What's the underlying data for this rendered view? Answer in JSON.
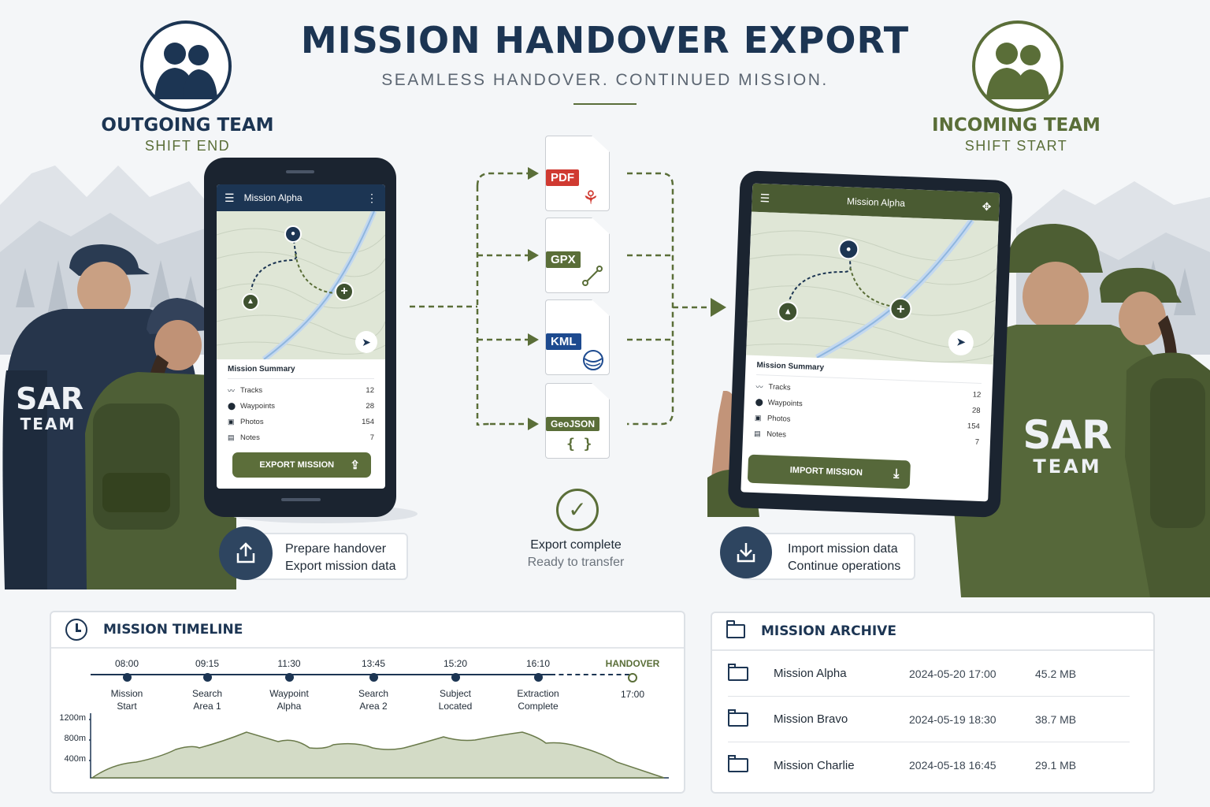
{
  "header": {
    "title": "MISSION HANDOVER EXPORT",
    "subtitle": "SEAMLESS HANDOVER. CONTINUED MISSION."
  },
  "outgoing": {
    "name": "OUTGOING TEAM",
    "sub": "SHIFT END",
    "badge_line1": "SAR",
    "badge_line2": "TEAM"
  },
  "incoming": {
    "name": "INCOMING TEAM",
    "sub": "SHIFT START",
    "badge_line1": "SAR",
    "badge_line2": "TEAM"
  },
  "phone": {
    "app_title": "Mission Alpha",
    "summary_title": "Mission Summary",
    "rows": [
      {
        "label": "Tracks",
        "value": "12"
      },
      {
        "label": "Waypoints",
        "value": "28"
      },
      {
        "label": "Photos",
        "value": "154"
      },
      {
        "label": "Notes",
        "value": "7"
      }
    ],
    "button_label": "EXPORT MISSION"
  },
  "tablet": {
    "app_title": "Mission Alpha",
    "summary_title": "Mission Summary",
    "rows": [
      {
        "label": "Tracks",
        "value": "12"
      },
      {
        "label": "Waypoints",
        "value": "28"
      },
      {
        "label": "Photos",
        "value": "154"
      },
      {
        "label": "Notes",
        "value": "7"
      }
    ],
    "button_label": "IMPORT MISSION"
  },
  "formats": [
    {
      "label": "PDF",
      "color": "#d03a31"
    },
    {
      "label": "GPX",
      "color": "#5a6e38"
    },
    {
      "label": "KML",
      "color": "#1d4a8f"
    },
    {
      "label": "GeoJSON",
      "color": "#5a6e38",
      "glyph": "{ }"
    }
  ],
  "export_status": {
    "line1": "Export complete",
    "line2": "Ready to transfer"
  },
  "callouts": {
    "left": {
      "line1": "Prepare handover",
      "line2": "Export mission data"
    },
    "right": {
      "line1": "Import mission data",
      "line2": "Continue operations"
    }
  },
  "timeline": {
    "title": "MISSION TIMELINE",
    "events": [
      {
        "time": "08:00",
        "label1": "Mission",
        "label2": "Start"
      },
      {
        "time": "09:15",
        "label1": "Search",
        "label2": "Area 1"
      },
      {
        "time": "11:30",
        "label1": "Waypoint",
        "label2": "Alpha"
      },
      {
        "time": "13:45",
        "label1": "Search",
        "label2": "Area 2"
      },
      {
        "time": "15:20",
        "label1": "Subject",
        "label2": "Located"
      },
      {
        "time": "16:10",
        "label1": "Extraction",
        "label2": "Complete"
      }
    ],
    "handover": {
      "label": "HANDOVER",
      "time": "17:00"
    },
    "elevation_ticks": [
      "1200m",
      "800m",
      "400m"
    ]
  },
  "archive": {
    "title": "MISSION ARCHIVE",
    "items": [
      {
        "name": "Mission Alpha",
        "date": "2024-05-20 17:00",
        "size": "45.2 MB"
      },
      {
        "name": "Mission Bravo",
        "date": "2024-05-19 18:30",
        "size": "38.7 MB"
      },
      {
        "name": "Mission Charlie",
        "date": "2024-05-18 16:45",
        "size": "29.1 MB"
      }
    ]
  },
  "colors": {
    "navy": "#1c3553",
    "olive": "#5a6e38",
    "pdf": "#d03a31",
    "kml": "#1d4a8f"
  }
}
